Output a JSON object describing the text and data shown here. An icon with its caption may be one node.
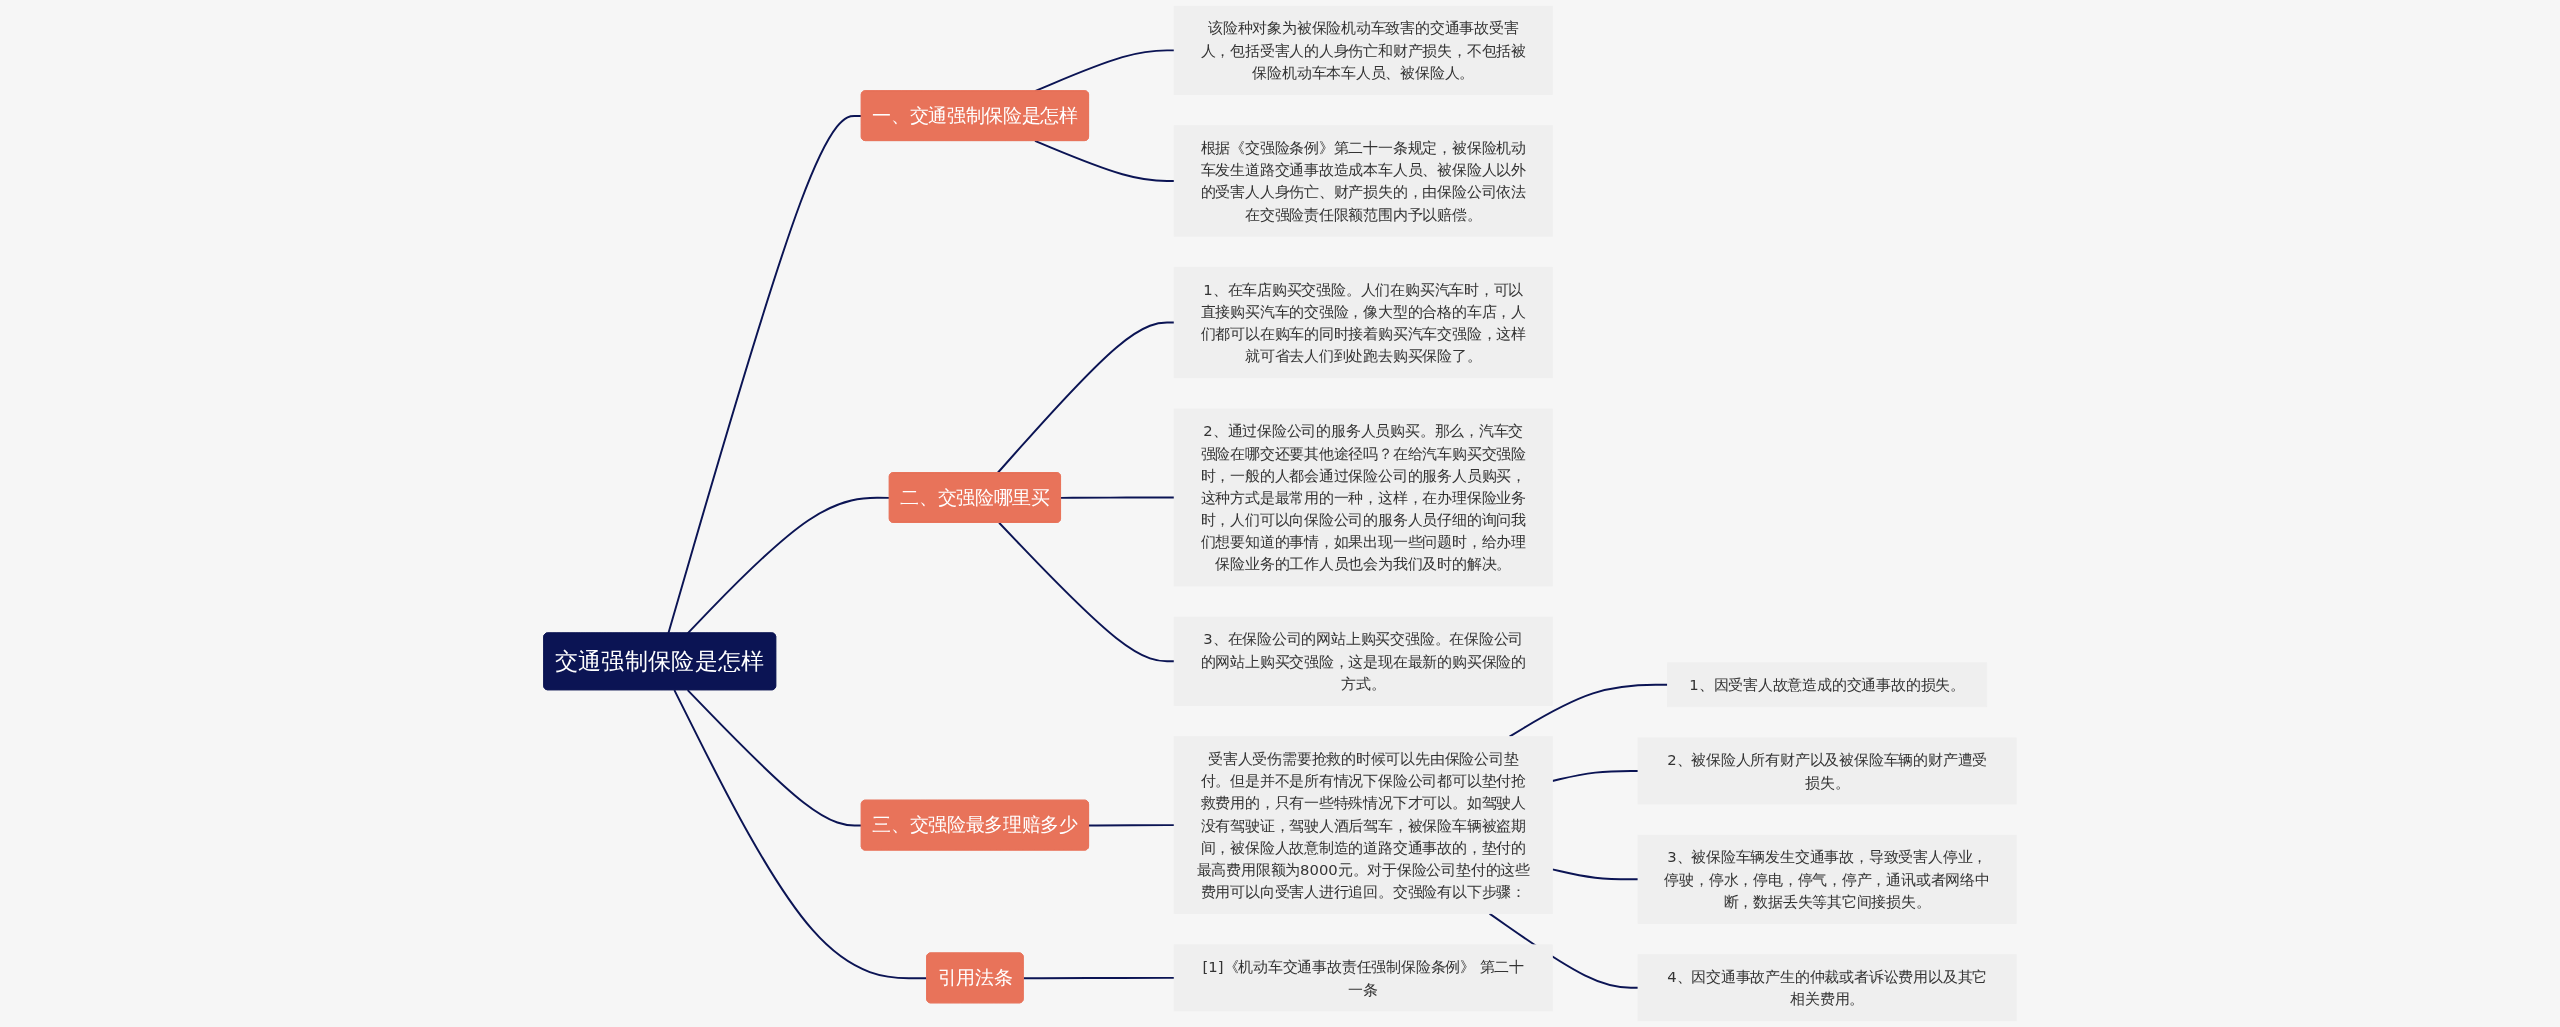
{
  "diagram": {
    "nodes": [
      {
        "text": [
          "交通强制保险是怎样"
        ]
      },
      {
        "text": [
          "一、交通强制保险是怎样"
        ]
      },
      {
        "text": [
          "该险种对象为被保险机动车致害的交通事故受害人，包括受害人的人身伤亡和财产损失，不包括被保险机动车本车人员、被保险人。"
        ]
      },
      {
        "text": [
          "根据《交强险条例》第二十一条规定，被保险机动车发生道路交通事故造成本车人员、被保险人以外的受害人人身伤亡、财产损失的，由保险公司依法在交强险责任限额范围内予以赔偿。"
        ]
      },
      {
        "text": [
          "二、交强险哪里买"
        ]
      },
      {
        "text": [
          "1、在车店购买交强险。人们在购买汽车时，可以直接购买汽车的交强险，像大型的合格的车店，人们都可以在购车的同时接着购买汽车交强险，这样就可省去人们到处跑去购买保险了。"
        ]
      },
      {
        "text": [
          "2、通过保险公司的服务人员购买。那么，汽车交强险在哪交还要其他途径吗？在给汽车购买交强险时，一般的人都会通过保险公司的服务人员购买，这种方式是最常用的一种，这样，在办理保险业务时，人们可以向保险公司的服务人员仔细的询问我们想要知道的事情，如果出现一些问题时，给办理保险业务的工作人员也会为我们及时的解决。"
        ]
      },
      {
        "text": [
          "3、在保险公司的网站上购买交强险。在保险公司的网站上购买交强险，这是现在最新的购买保险的方式。"
        ]
      },
      {
        "text": [
          "三、交强险最多理赔多少"
        ]
      },
      {
        "text": [
          "受害人受伤需要抢救的时候可以先由保险公司垫付。但是并不是所有情况下保险公司都可以垫付抢救费用的，只有一些特殊情况下才可以。如驾驶人没有驾驶证，驾驶人酒后驾车，被保险车辆被盗期间，被保险人故意制造的道路交通事故的，垫付的最高费用限额为8000元。对于保险公司垫付的这些费用可以向受害人进行追回。交强险有以下步骤："
        ]
      },
      {
        "text": [
          "1、因受害人故意造成的交通事故的损失。"
        ]
      },
      {
        "text": [
          "2、被保险人所有财产以及被保险车辆的财产遭受损失。"
        ]
      },
      {
        "text": [
          "3、被保险车辆发生交通事故，导致受害人停业，停驶，停水，停电，停气，停产，通讯或者网络中断，数据丢失等其它间接损失。"
        ]
      },
      {
        "text": [
          "4、因交通事故产生的仲裁或者诉讼费用以及其它相关费用。"
        ]
      },
      {
        "text": [
          "引用法条"
        ]
      },
      {
        "text": [
          "[1]《机动车交通事故责任强制保险条例》 第二十一条"
        ]
      }
    ],
    "edges": [
      {
        "from": 0,
        "to": 1,
        "arrow": "none"
      },
      {
        "from": 1,
        "to": 2,
        "arrow": "none"
      },
      {
        "from": 1,
        "to": 3,
        "arrow": "none"
      },
      {
        "from": 0,
        "to": 4,
        "arrow": "none"
      },
      {
        "from": 4,
        "to": 5,
        "arrow": "none"
      },
      {
        "from": 4,
        "to": 6,
        "arrow": "none"
      },
      {
        "from": 4,
        "to": 7,
        "arrow": "none"
      },
      {
        "from": 0,
        "to": 8,
        "arrow": "none"
      },
      {
        "from": 8,
        "to": 9,
        "arrow": "none"
      },
      {
        "from": 9,
        "to": 10,
        "arrow": "none"
      },
      {
        "from": 9,
        "to": 11,
        "arrow": "none"
      },
      {
        "from": 9,
        "to": 12,
        "arrow": "none"
      },
      {
        "from": 9,
        "to": 13,
        "arrow": "none"
      },
      {
        "from": 0,
        "to": 14,
        "arrow": "none"
      },
      {
        "from": 14,
        "to": 15,
        "arrow": "none"
      }
    ]
  }
}
